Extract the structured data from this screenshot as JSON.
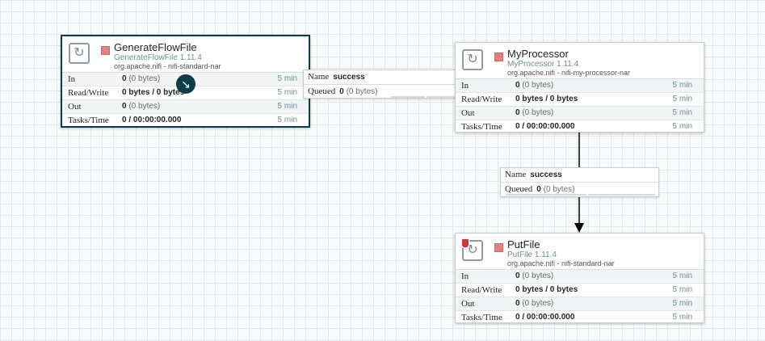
{
  "processors": [
    {
      "id": "generate",
      "name": "GenerateFlowFile",
      "type": "GenerateFlowFile 1.11.4",
      "bundle": "org.apache.nifi - nifi-standard-nar",
      "stats": {
        "in": {
          "label": "In",
          "count": "0",
          "detail": "(0 bytes)",
          "time": "5 min"
        },
        "read_write": {
          "label": "Read/Write",
          "value": "0 bytes / 0 bytes",
          "time": "5 min"
        },
        "out": {
          "label": "Out",
          "count": "0",
          "detail": "(0 bytes)",
          "time": "5 min"
        },
        "tasks": {
          "label": "Tasks/Time",
          "value": "0 / 00:00:00.000",
          "time": "5 min"
        }
      }
    },
    {
      "id": "myprocessor",
      "name": "MyProcessor",
      "type": "MyProcessor 1.11.4",
      "bundle": "org.apache.nifi - nifi-my-processor-nar",
      "stats": {
        "in": {
          "label": "In",
          "count": "0",
          "detail": "(0 bytes)",
          "time": "5 min"
        },
        "read_write": {
          "label": "Read/Write",
          "value": "0 bytes / 0 bytes",
          "time": "5 min"
        },
        "out": {
          "label": "Out",
          "count": "0",
          "detail": "(0 bytes)",
          "time": "5 min"
        },
        "tasks": {
          "label": "Tasks/Time",
          "value": "0 / 00:00:00.000",
          "time": "5 min"
        }
      }
    },
    {
      "id": "putfile",
      "name": "PutFile",
      "type": "PutFile 1.11.4",
      "bundle": "org.apache.nifi - nifi-standard-nar",
      "stats": {
        "in": {
          "label": "In",
          "count": "0",
          "detail": "(0 bytes)",
          "time": "5 min"
        },
        "read_write": {
          "label": "Read/Write",
          "value": "0 bytes / 0 bytes",
          "time": "5 min"
        },
        "out": {
          "label": "Out",
          "count": "0",
          "detail": "(0 bytes)",
          "time": "5 min"
        },
        "tasks": {
          "label": "Tasks/Time",
          "value": "0 / 00:00:00.000",
          "time": "5 min"
        }
      }
    }
  ],
  "connections": [
    {
      "name_key": "Name",
      "name": "success",
      "queued_key": "Queued",
      "queued_count": "0",
      "queued_detail": "(0 bytes)"
    },
    {
      "name_key": "Name",
      "name": "success",
      "queued_key": "Queued",
      "queued_count": "0",
      "queued_detail": "(0 bytes)"
    }
  ],
  "icons": {
    "processor": "refresh-icon",
    "stopped": "stop-square-icon",
    "restricted": "shield-icon",
    "bulletin": "arrow-icon"
  },
  "colors": {
    "selected_border": "#0d3e48",
    "stopped": "#e08080",
    "type_text": "#6b8f99",
    "restricted": "#c93b3b"
  }
}
